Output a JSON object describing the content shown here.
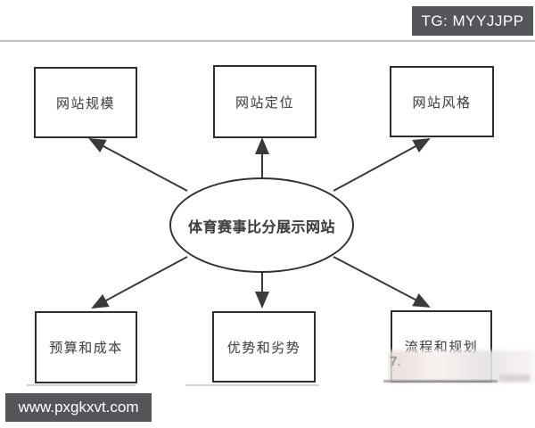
{
  "header": {
    "tg_label": "TG: MYYJJPP"
  },
  "footer": {
    "site_label": "www.pxgkxvt.com"
  },
  "diagram": {
    "center": {
      "label": "体育赛事比分展示网站"
    },
    "nodes": [
      {
        "id": "top-left",
        "label": "网站规模"
      },
      {
        "id": "top-center",
        "label": "网站定位"
      },
      {
        "id": "top-right",
        "label": "网站风格"
      },
      {
        "id": "bottom-left",
        "label": "预算和成本"
      },
      {
        "id": "bottom-center",
        "label": "优势和劣势"
      },
      {
        "id": "bottom-right",
        "label": "流程和规划"
      }
    ],
    "artifact_text": "7."
  },
  "colors": {
    "badge_bg": "#54565a",
    "line": "#3a3a3a",
    "divider": "#b5b5b5",
    "background": "#ffffff"
  }
}
